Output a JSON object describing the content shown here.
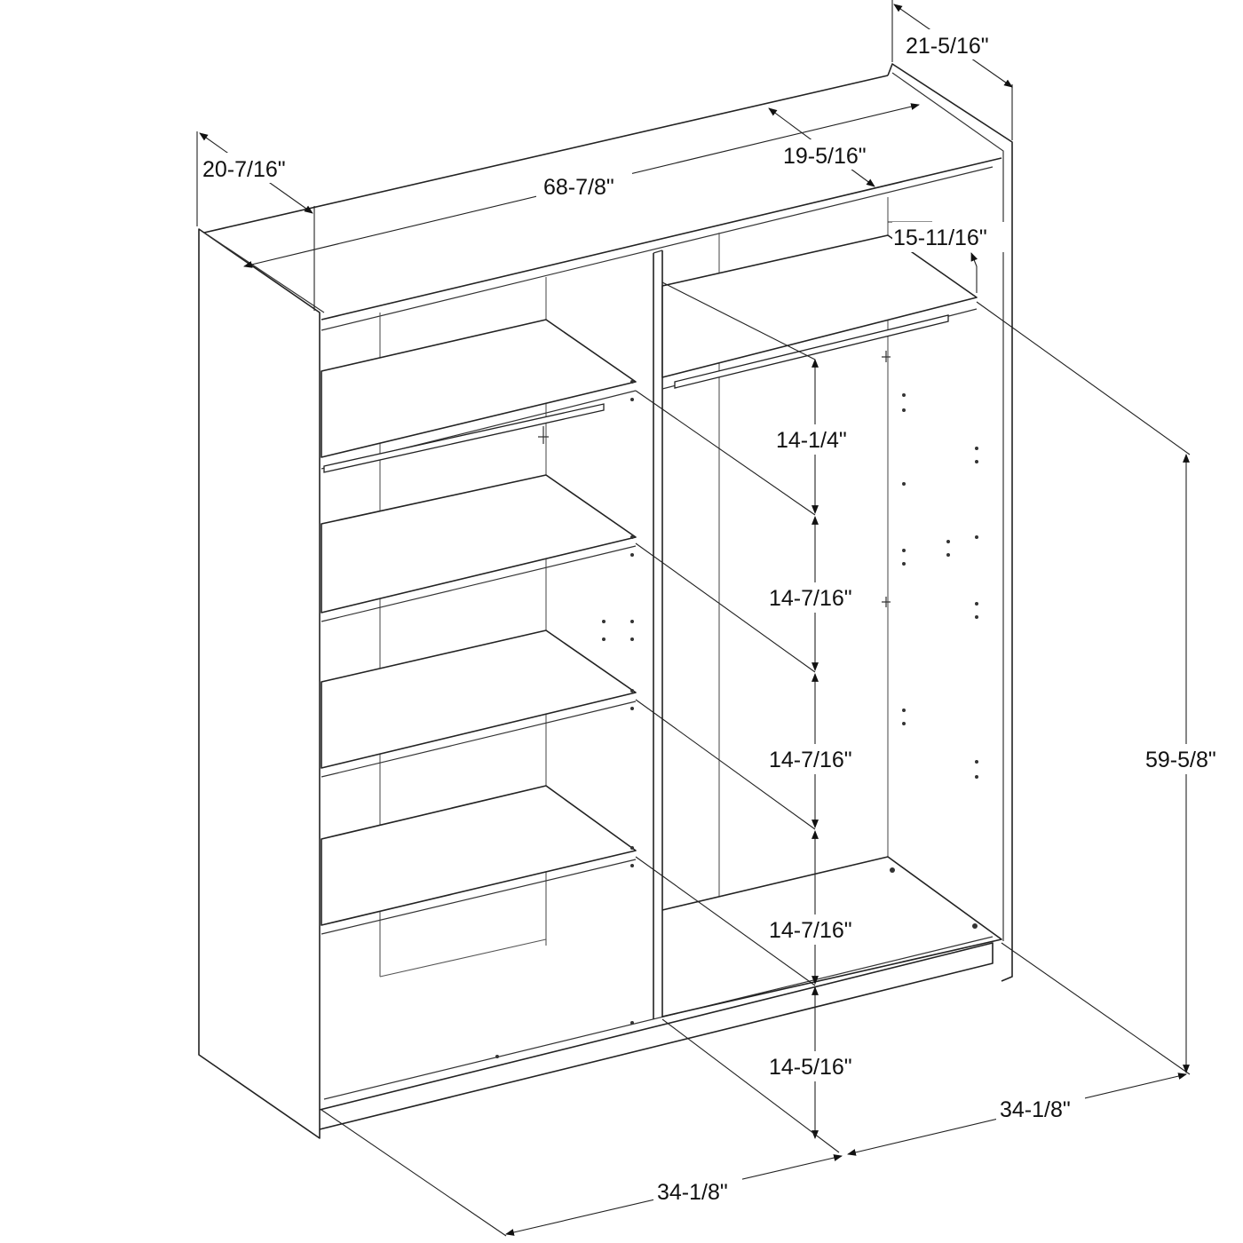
{
  "diagram": {
    "dimensions": {
      "overall_width": "68-7/8\"",
      "left_depth": "20-7/16\"",
      "right_depth": "21-5/16\"",
      "top_shelf_depth": "19-5/16\"",
      "top_clearance": "15-11/16\"",
      "shelf_gap_1": "14-1/4\"",
      "shelf_gap_2": "14-7/16\"",
      "shelf_gap_3": "14-7/16\"",
      "shelf_gap_4": "14-7/16\"",
      "shelf_gap_5": "14-5/16\"",
      "overall_height": "59-5/8\"",
      "left_section_width": "34-1/8\"",
      "right_section_width": "34-1/8\""
    }
  }
}
